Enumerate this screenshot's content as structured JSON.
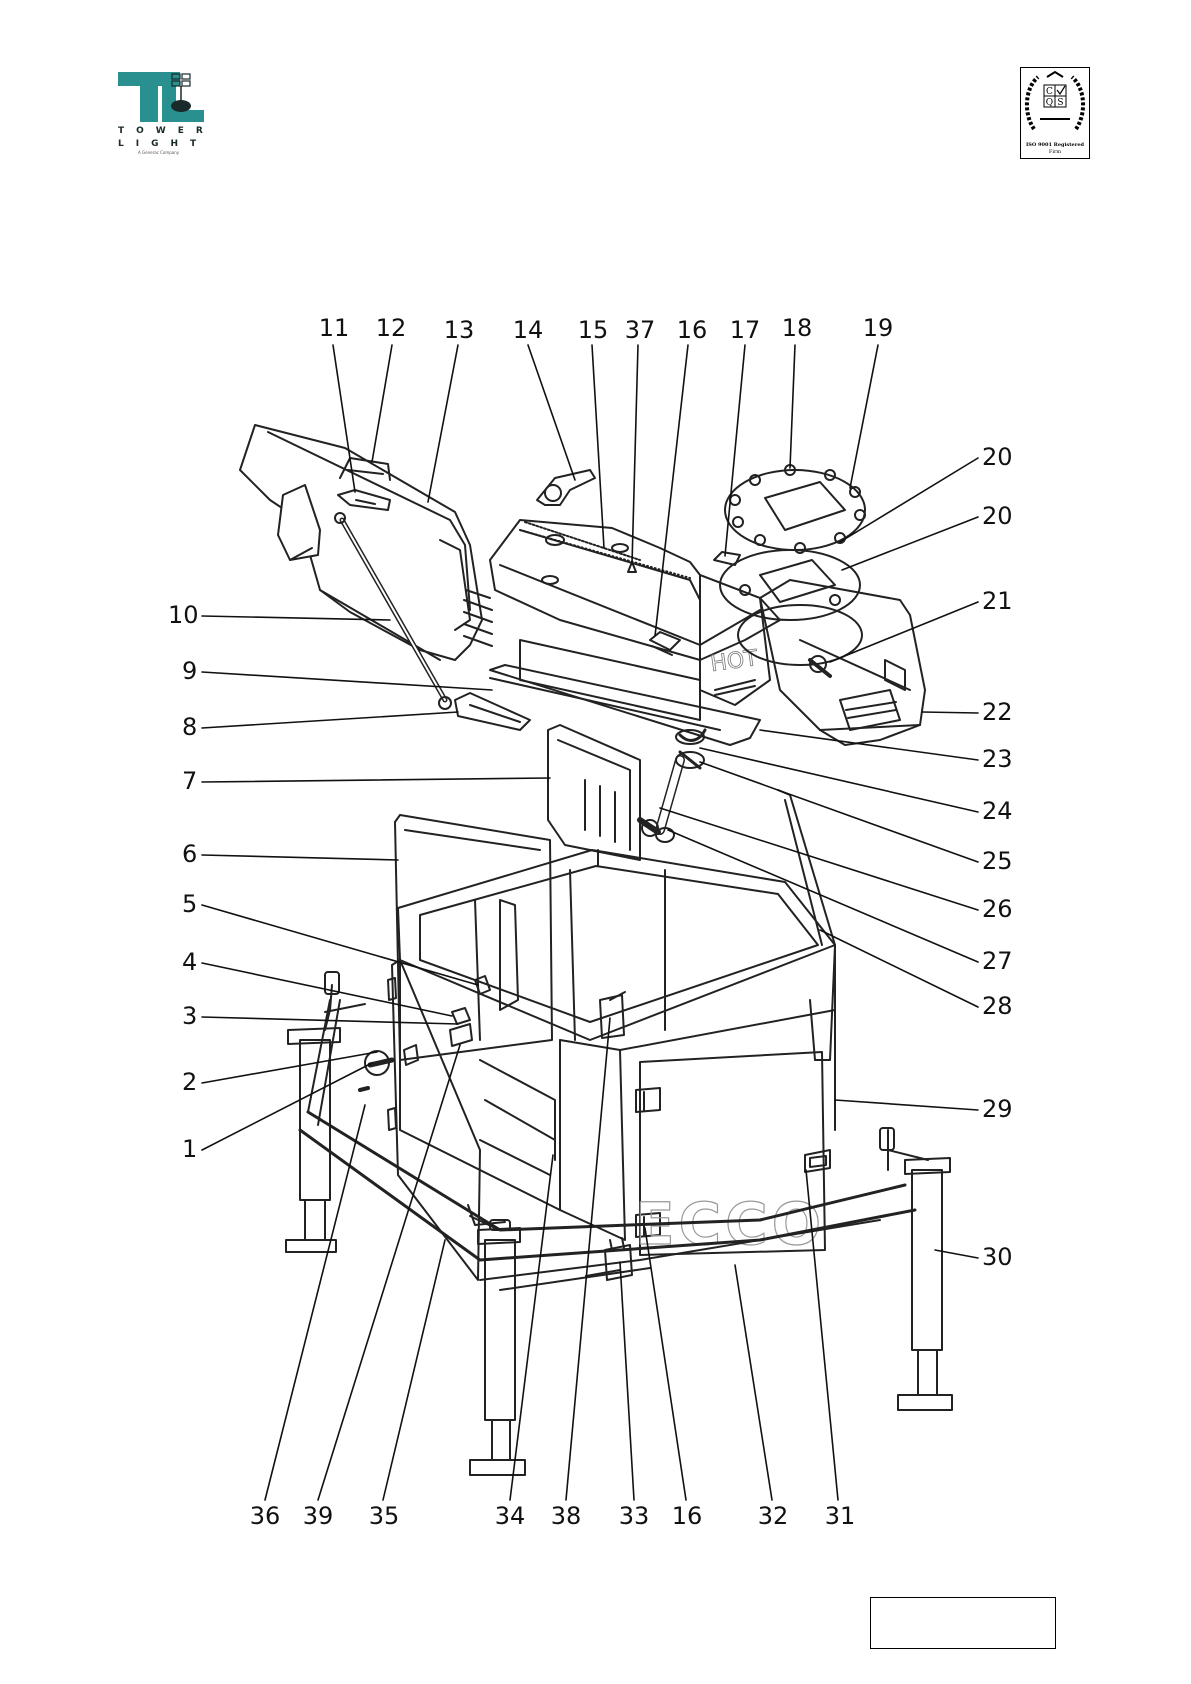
{
  "header": {
    "logo_word_1": "TOWER",
    "logo_word_2": "LIGHT",
    "logo_sub": "A Generac Company",
    "iso_letters": [
      "C",
      "Q",
      "S"
    ],
    "iso_line_1": "ISO 9001 Registered",
    "iso_line_2": "Firm"
  },
  "artwork_text": {
    "hot_label": "HOT",
    "eco_label": "ECCO"
  },
  "callouts": {
    "top": [
      "11",
      "12",
      "13",
      "14",
      "15",
      "37",
      "16",
      "17",
      "18",
      "19"
    ],
    "left": [
      "10",
      "9",
      "8",
      "7",
      "6",
      "5",
      "4",
      "3",
      "2",
      "1"
    ],
    "right": [
      "20",
      "20",
      "21",
      "22",
      "23",
      "24",
      "25",
      "26",
      "27",
      "28",
      "29",
      "30"
    ],
    "bottom": [
      "36",
      "39",
      "35",
      "34",
      "38",
      "33",
      "16",
      "32",
      "31"
    ]
  }
}
